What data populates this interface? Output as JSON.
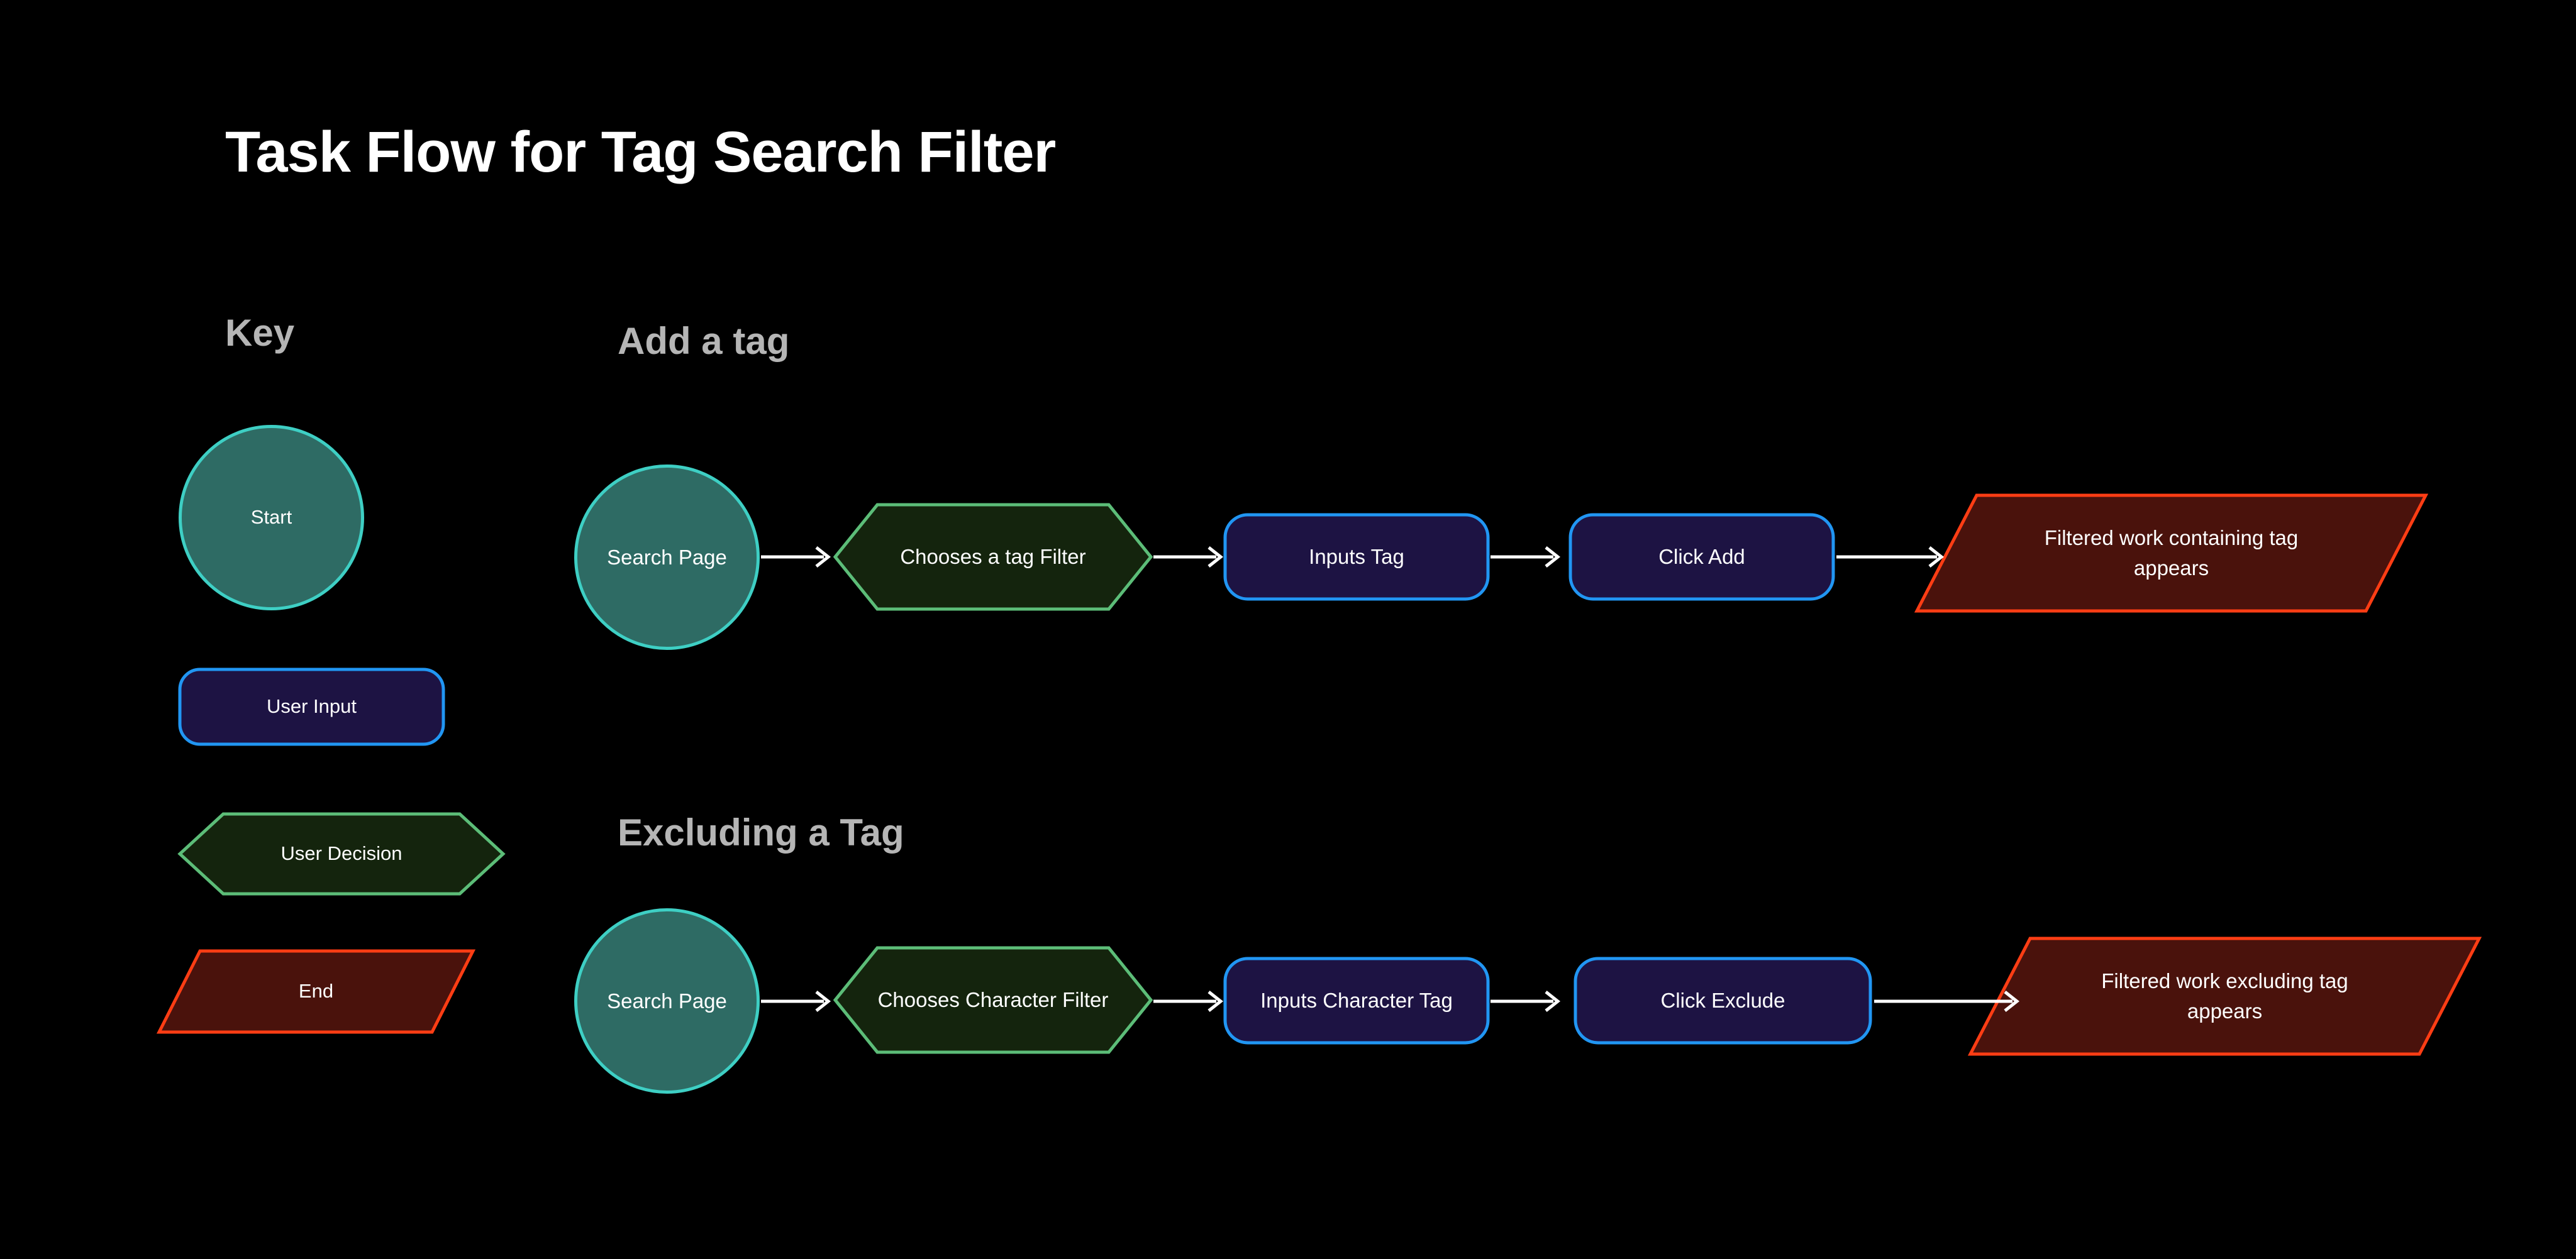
{
  "page": {
    "title": "Task Flow for Tag Search Filter",
    "background_color": "#000000",
    "title_color": "#ffffff",
    "heading_color": "#b5b5b5"
  },
  "palette": {
    "start_fill": "#2e6b64",
    "start_stroke": "#3ecfc4",
    "input_fill": "#1d1343",
    "input_stroke": "#2196f3",
    "decision_fill": "#14240d",
    "decision_stroke": "#5cbd78",
    "end_fill": "#4a120c",
    "end_stroke": "#ff3d14",
    "arrow_color": "#ffffff"
  },
  "key": {
    "heading": "Key",
    "items": [
      {
        "label": "Start",
        "shape": "ellipse"
      },
      {
        "label": "User Input",
        "shape": "rounded-rect"
      },
      {
        "label": "User Decision",
        "shape": "hexagon"
      },
      {
        "label": "End",
        "shape": "parallelogram"
      }
    ]
  },
  "flows": [
    {
      "heading": "Add a tag",
      "nodes": [
        {
          "label": "Search Page",
          "shape": "ellipse"
        },
        {
          "label": "Chooses a tag Filter",
          "shape": "hexagon"
        },
        {
          "label": "Inputs Tag",
          "shape": "rounded-rect"
        },
        {
          "label": "Click Add",
          "shape": "rounded-rect"
        },
        {
          "label": "Filtered work containing tag\nappears",
          "shape": "parallelogram"
        }
      ],
      "arrows": 4
    },
    {
      "heading": "Excluding a Tag",
      "nodes": [
        {
          "label": "Search Page",
          "shape": "ellipse"
        },
        {
          "label": "Chooses Character Filter",
          "shape": "hexagon"
        },
        {
          "label": "Inputs Character Tag",
          "shape": "rounded-rect"
        },
        {
          "label": "Click Exclude",
          "shape": "rounded-rect"
        },
        {
          "label": "Filtered work excluding tag\nappears",
          "shape": "parallelogram"
        }
      ],
      "arrows": 4
    }
  ]
}
